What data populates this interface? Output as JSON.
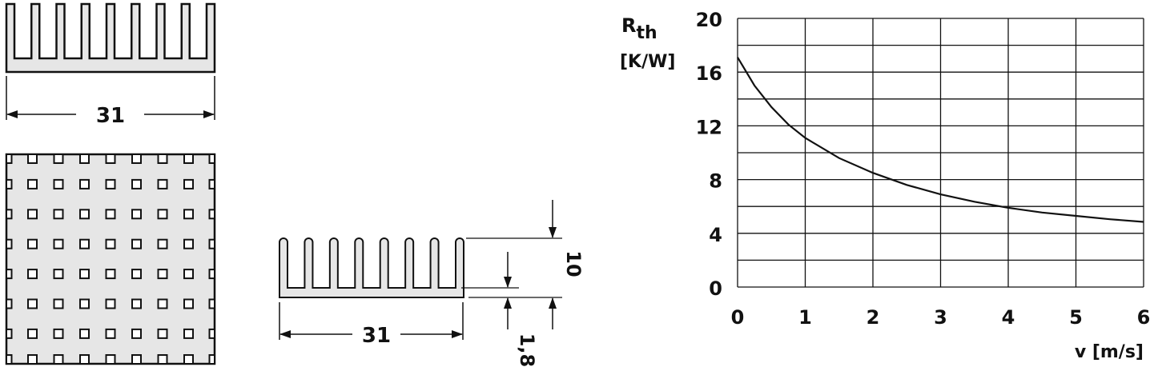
{
  "drawings": {
    "top_view_width_label": "31",
    "side_view_width_label": "31",
    "height_label": "10",
    "base_thickness_label": "1,8"
  },
  "colors": {
    "fill": "#e6e6e6",
    "line": "#111111"
  },
  "chart_data": {
    "type": "line",
    "title": "",
    "ylabel_main": "R",
    "ylabel_sub": "th",
    "ylabel_unit": "[K/W]",
    "xlabel": "v [m/s]",
    "xlim": [
      0,
      6
    ],
    "ylim": [
      0,
      20
    ],
    "x_ticks": [
      "0",
      "1",
      "2",
      "3",
      "4",
      "5",
      "6"
    ],
    "y_ticks": [
      "0",
      "4",
      "8",
      "12",
      "16",
      "20"
    ],
    "grid": true,
    "grid_y_step": 2,
    "series": [
      {
        "name": "Rth",
        "x": [
          0,
          0.25,
          0.5,
          0.75,
          1,
          1.5,
          2,
          2.5,
          3,
          3.5,
          4,
          4.5,
          5,
          5.5,
          6
        ],
        "y": [
          17.1,
          15.0,
          13.4,
          12.1,
          11.1,
          9.6,
          8.5,
          7.6,
          6.9,
          6.35,
          5.9,
          5.55,
          5.3,
          5.05,
          4.85
        ]
      }
    ]
  }
}
